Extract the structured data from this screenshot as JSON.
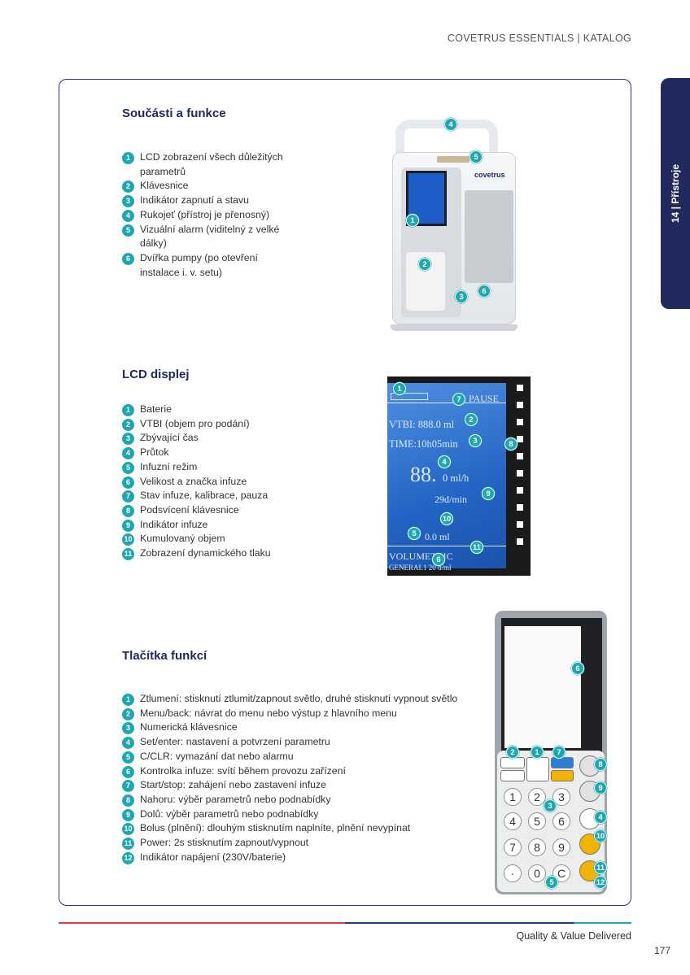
{
  "header": {
    "catalog": "COVETRUS ESSENTIALS | KATALOG"
  },
  "side_tab": {
    "label": "14 | Přístroje"
  },
  "components": {
    "title": "Součásti a funkce",
    "items": [
      {
        "n": "1",
        "text": "LCD zobrazení všech důležitých parametrů"
      },
      {
        "n": "2",
        "text": "Klávesnice"
      },
      {
        "n": "3",
        "text": "Indikátor zapnutí a stavu"
      },
      {
        "n": "4",
        "text": "Rukojeť (přístroj je přenosný)"
      },
      {
        "n": "5",
        "text": "Vizuální alarm (viditelný z velké dálky)"
      },
      {
        "n": "6",
        "text": "Dvířka pumpy (po otevření instalace i. v. setu)"
      }
    ],
    "image": {
      "brand": "covetrus"
    }
  },
  "lcd": {
    "title": "LCD displej",
    "items": [
      {
        "n": "1",
        "text": "Baterie"
      },
      {
        "n": "2",
        "text": "VTBI (objem pro podání)"
      },
      {
        "n": "3",
        "text": "Zbývající čas"
      },
      {
        "n": "4",
        "text": "Průtok"
      },
      {
        "n": "5",
        "text": "Infuzní režim"
      },
      {
        "n": "6",
        "text": "Velikost a značka infuze"
      },
      {
        "n": "7",
        "text": "Stav infuze, kalibrace, pauza"
      },
      {
        "n": "8",
        "text": "Podsvícení klávesnice"
      },
      {
        "n": "9",
        "text": "Indikátor infuze"
      },
      {
        "n": "10",
        "text": "Kumulovaný objem"
      },
      {
        "n": "11",
        "text": "Zobrazení dynamického tlaku"
      }
    ],
    "screen": {
      "status": "PAUSE",
      "vtbi": "VTBI: 888.0 ml",
      "time": "TIME:10h05min",
      "flow_value": "88.",
      "flow_unit": "0 ml/h",
      "drops": "29d/min",
      "volume": "0.0 ml",
      "mode": "VOLUMETRIC",
      "set": "GENERAL1 20 d/ml"
    }
  },
  "buttons": {
    "title": "Tlačítka funkcí",
    "items": [
      {
        "n": "1",
        "text": "Ztlumení: stisknutí ztlumit/zapnout světlo, druhé stisknutí vypnout světlo"
      },
      {
        "n": "2",
        "text": "Menu/back: návrat do menu nebo výstup z hlavního menu"
      },
      {
        "n": "3",
        "text": "Numerická klávesnice"
      },
      {
        "n": "4",
        "text": "Set/enter: nastavení a potvrzení parametru"
      },
      {
        "n": "5",
        "text": "C/CLR: vymazání dat nebo alarmu"
      },
      {
        "n": "6",
        "text": "Kontrolka infuze: svítí během provozu zařízení"
      },
      {
        "n": "7",
        "text": "Start/stop: zahájení nebo zastavení infuze"
      },
      {
        "n": "8",
        "text": "Nahoru: výběr parametrů nebo podnabídky"
      },
      {
        "n": "9",
        "text": "Dolů: výběr parametrů nebo podnabídky"
      },
      {
        "n": "10",
        "text": "Bolus (plnění): dlouhým stisknutím naplníte, plnění nevypínat"
      },
      {
        "n": "11",
        "text": "Power: 2s stisknutím zapnout/vypnout"
      },
      {
        "n": "12",
        "text": "Indikátor napájení (230V/baterie)"
      }
    ],
    "keys": [
      "1",
      "2",
      "3",
      "4",
      "5",
      "6",
      "7",
      "8",
      "9",
      "·",
      "0",
      "C"
    ]
  },
  "footer": {
    "tagline": "Quality & Value Delivered",
    "page": "177"
  },
  "colors": {
    "navy": "#22295c",
    "teal": "#1fa7b0",
    "red": "#e2335a"
  }
}
